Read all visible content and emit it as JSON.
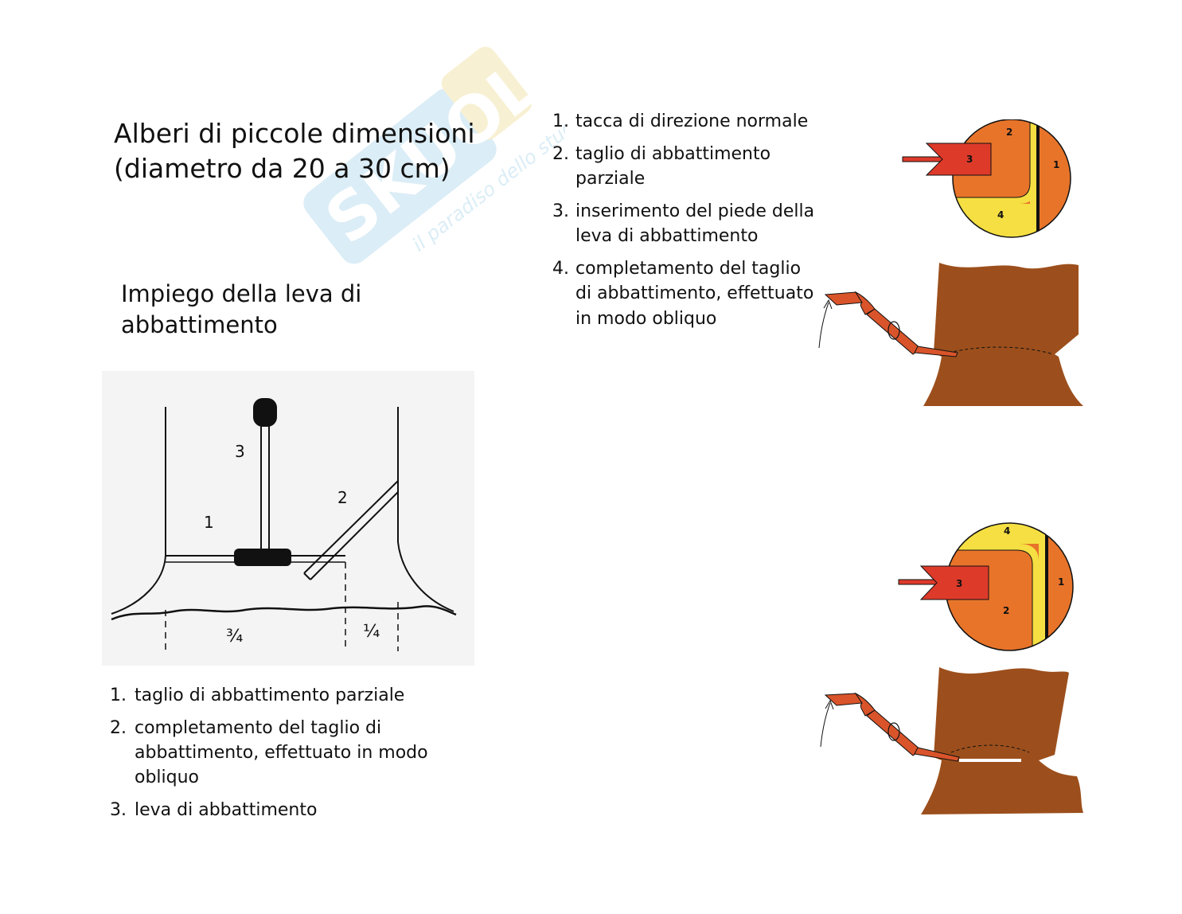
{
  "watermark": {
    "brand": "SKUOLA.net",
    "tagline": "il paradiso dello studente"
  },
  "title_lines": [
    "Alberi di piccole dimensioni",
    "(diametro da 20 a 30 cm)"
  ],
  "subtitle_lines": [
    "Impiego della leva di",
    "abbattimento"
  ],
  "left_figure": {
    "labels": {
      "lever": "3",
      "oblique": "2",
      "partial": "1",
      "left_fraction": "¾",
      "right_fraction": "¼"
    }
  },
  "left_list": [
    {
      "num": "1.",
      "text": "taglio di abbattimento parziale"
    },
    {
      "num": "2.",
      "text": "completamento del taglio di abbattimento, effettuato in modo obliquo"
    },
    {
      "num": "3.",
      "text": "leva di abbattimento"
    }
  ],
  "right_list": [
    {
      "num": "1.",
      "text": "tacca di direzione normale"
    },
    {
      "num": "2.",
      "text": "taglio di abbattimento parziale"
    },
    {
      "num": "3.",
      "text": "inserimento del piede della leva di abbattimento"
    },
    {
      "num": "4.",
      "text": "completamento del taglio di abbattimento, effettuato in modo obliquo"
    }
  ],
  "top_circle": {
    "labels": {
      "zone2": "2",
      "zone3": "3",
      "zone1": "1",
      "zone4": "4"
    }
  },
  "bottom_circle": {
    "labels": {
      "zone4": "4",
      "zone3": "3",
      "zone1": "1",
      "zone2": "2"
    }
  },
  "colors": {
    "orange": "#e8742a",
    "yellow": "#f5df42",
    "red": "#dd3a2a",
    "trunk": "#9c4f1c",
    "lever": "#d9542a",
    "text": "#111111",
    "watermark": "#b9dcef"
  }
}
